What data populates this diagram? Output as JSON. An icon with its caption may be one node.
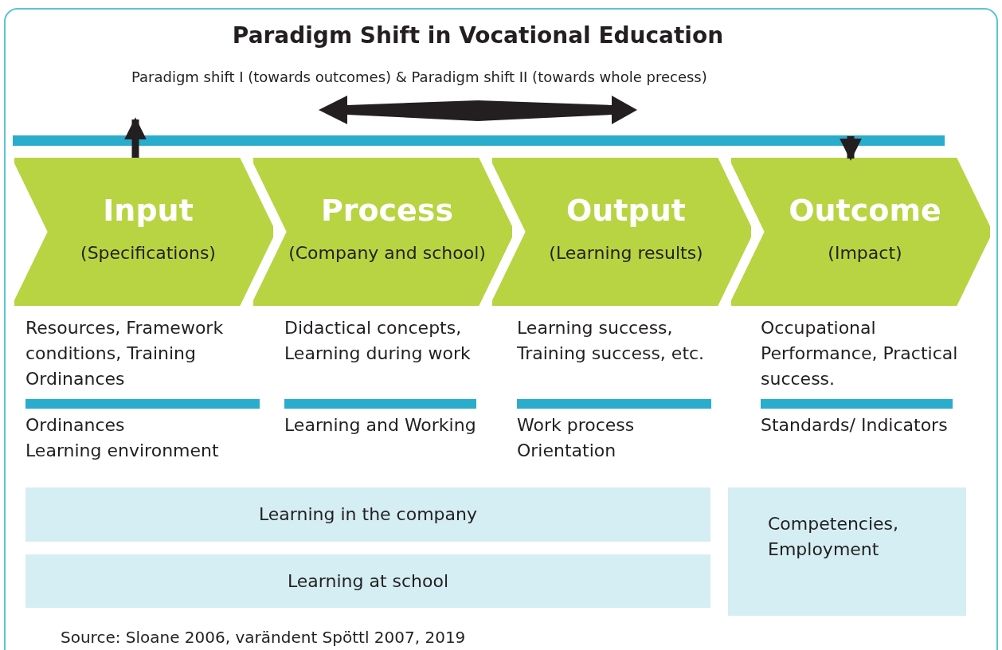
{
  "diagram": {
    "title": "Paradigm Shift in Vocational Education",
    "caption": "Source: Sloane 2006, varändent Spöttl 2007, 2019",
    "nodes": [
      {
        "text": [],
        "shape": "bar"
      },
      {
        "text": [
          "Input",
          "(Specifications)"
        ]
      },
      {
        "text": [
          "Process",
          "(Company and school)"
        ]
      },
      {
        "text": [
          "Output",
          "(Learning results)"
        ]
      },
      {
        "text": [
          "Outcome",
          "(Impact)"
        ]
      },
      {
        "text": [
          "Learning in the company"
        ]
      },
      {
        "text": [
          "Learning at school"
        ]
      },
      {
        "text": [
          "Competencies, Employment"
        ]
      }
    ],
    "edges": [
      {
        "from": 1,
        "to": 0,
        "arrow": "to"
      },
      {
        "from": 0,
        "to": 4,
        "arrow": "to"
      }
    ],
    "labels": [
      "Paradigm shift I (towards outcomes) & Paradigm shift II (towards whole precess)",
      "Resources, Framework conditions, Training Ordinances",
      "Didactical concepts, Learning during work",
      "Learning success, Training success, etc.",
      "Occupational Performance, Practical success.",
      "Ordinances",
      "Learning environment",
      "Learning and Working",
      "Work process Orientation",
      "Standards/ Indicators"
    ]
  }
}
